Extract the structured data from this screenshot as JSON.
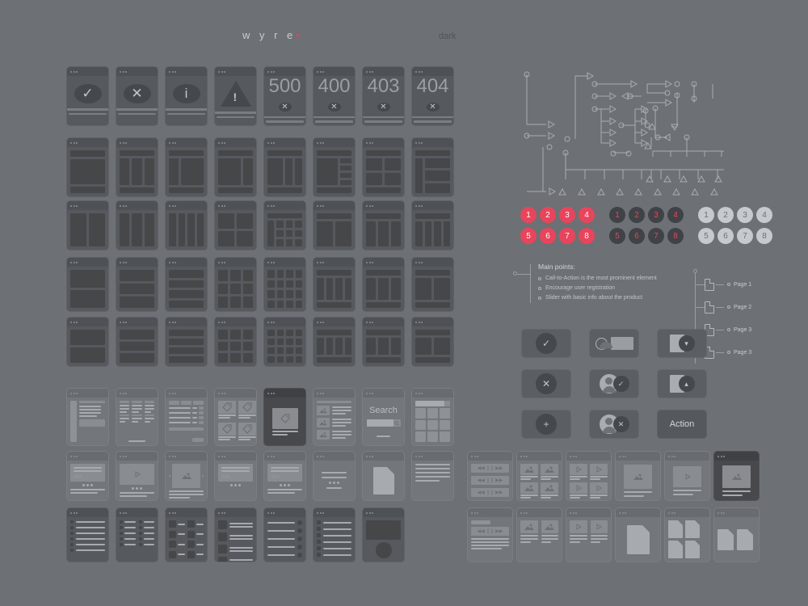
{
  "header": {
    "brand": "w y r e",
    "brand_dot": "•",
    "mode_label": "dark",
    "accent_color": "#e8455c",
    "background_color": "#6d7074"
  },
  "status_cards": [
    {
      "name": "success",
      "glyph": "✓",
      "type": "circle"
    },
    {
      "name": "error",
      "glyph": "✕",
      "type": "circle"
    },
    {
      "name": "info",
      "glyph": "i",
      "type": "circle"
    },
    {
      "name": "warning",
      "glyph": "!",
      "type": "triangle"
    },
    {
      "name": "500",
      "glyph": "✕",
      "code": "500",
      "type": "code"
    },
    {
      "name": "400",
      "glyph": "✕",
      "code": "400",
      "type": "code"
    },
    {
      "name": "403",
      "glyph": "✕",
      "code": "403",
      "type": "code"
    },
    {
      "name": "404",
      "glyph": "✕",
      "code": "404",
      "type": "code"
    }
  ],
  "badges": {
    "row1": [
      "1",
      "2",
      "3",
      "4"
    ],
    "row2": [
      "5",
      "6",
      "7",
      "8"
    ],
    "styles": [
      "red",
      "dkred",
      "gray"
    ]
  },
  "main_points": {
    "title": "Main points:",
    "items": [
      "Call-to-Action is the most prominent element",
      "Encourage user registration",
      "Slider with basic info about the product"
    ]
  },
  "page_tree": {
    "nodes": [
      "Page 1",
      "Page 2",
      "Page 3",
      "Page 3"
    ]
  },
  "buttons": [
    {
      "name": "confirm-button",
      "glyph": "✓",
      "kind": "circle"
    },
    {
      "name": "user-list-button",
      "glyph": "",
      "kind": "avatar-lines"
    },
    {
      "name": "doc-expand-button",
      "glyph": "⌄",
      "kind": "doc-overlay"
    },
    {
      "name": "cancel-button",
      "glyph": "✕",
      "kind": "circle"
    },
    {
      "name": "user-approve-button",
      "glyph": "✓",
      "kind": "avatar-overlay"
    },
    {
      "name": "doc-collapse-button",
      "glyph": "⌃",
      "kind": "doc-overlay"
    },
    {
      "name": "add-button",
      "glyph": "+",
      "kind": "circle"
    },
    {
      "name": "user-remove-button",
      "glyph": "✕",
      "kind": "avatar-overlay"
    },
    {
      "name": "action-button",
      "label": "Action",
      "kind": "text"
    }
  ],
  "search_card": {
    "label": "Search",
    "placeholder": ""
  },
  "wireframe_rows": {
    "row1": [
      "hero-stack",
      "three-col",
      "sidebar-left",
      "sidebar-right",
      "split-right",
      "list-right",
      "grid-mixed",
      "stacked-offset"
    ],
    "row2": [
      "two-col",
      "three-col-equal",
      "four-col",
      "quad-grid",
      "dense-grid",
      "split-two",
      "three-equal",
      "four-thin"
    ],
    "row3": [
      "two-col-wide",
      "three-row",
      "four-row",
      "nine-grid",
      "grid-16",
      "four-col-thin",
      "three-col-foot",
      "two-col-foot"
    ],
    "row4": [
      "article",
      "three-col-cards",
      "table",
      "tag-grid",
      "tag-feature",
      "media-list",
      "search",
      "thumb-grid"
    ],
    "row5": [
      "text-card",
      "video-card",
      "carousel-card",
      "text-buttons",
      "text-card2",
      "simple-card",
      "doc-card",
      "list-card"
    ],
    "row6": [
      "bullet-list",
      "two-col-list",
      "icon-grid",
      "icon-list",
      "check-list",
      "block-list",
      "avatar-list",
      "blank"
    ]
  },
  "mobile_rows": {
    "row1": [
      "player-list",
      "photo-grid",
      "video-grid",
      "photo-single",
      "video-single",
      "photo-dark"
    ],
    "row2": [
      "player-single",
      "photo-pair",
      "video-pair",
      "document",
      "doc-grid",
      "doc-pair"
    ]
  }
}
